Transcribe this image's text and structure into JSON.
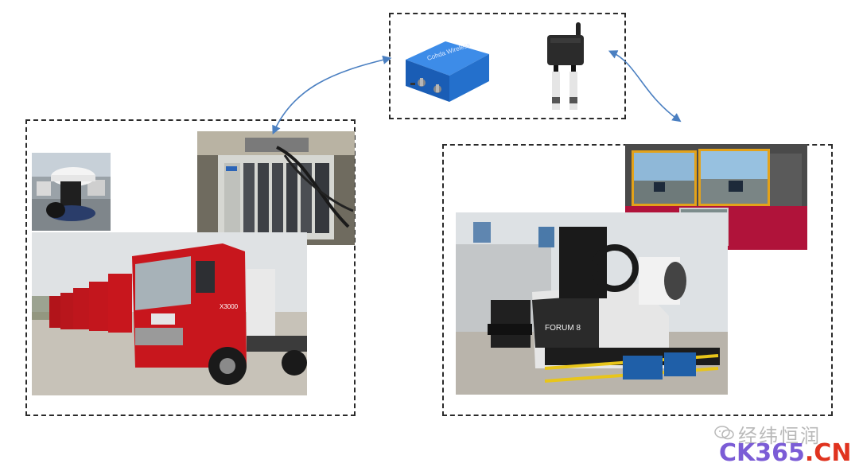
{
  "diagram": {
    "device_labels": {
      "router_brand": "Cohda Wireless"
    },
    "simulator_labels": {
      "brand": "FORUM 8"
    },
    "truck_labels": {
      "model": "X3000"
    }
  },
  "watermark": {
    "line1": "经纬恒润",
    "ck": "CK365",
    "dot": ".",
    "cn": "CN"
  },
  "icons": [
    "wechat-icon"
  ],
  "colors": {
    "arrow": "#4a7fc1",
    "truck_red": "#c8161d",
    "device_blue": "#1f6fd1",
    "watermark_purple": "#7b5cd6",
    "watermark_red": "#e0331f"
  }
}
